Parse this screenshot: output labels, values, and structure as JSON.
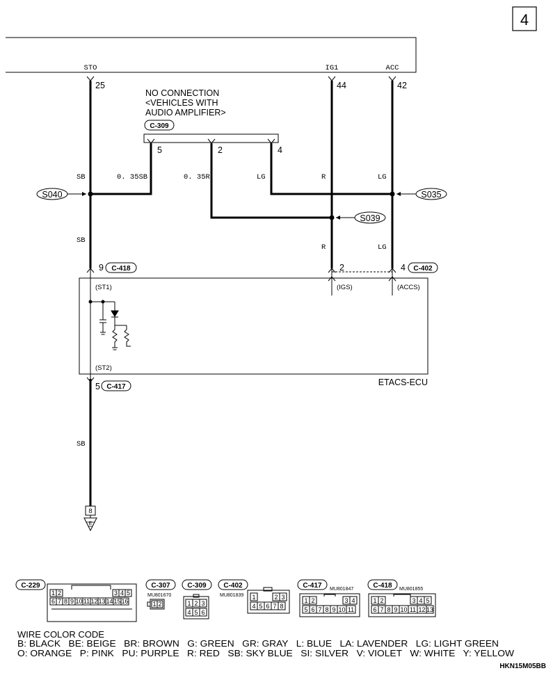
{
  "page_number": "4",
  "terminals": {
    "sto": {
      "name": "STO",
      "pin": "25"
    },
    "ig1": {
      "name": "IG1",
      "pin": "44"
    },
    "acc": {
      "name": "ACC",
      "pin": "42"
    }
  },
  "no_connection_note": [
    "NO CONNECTION",
    "<VEHICLES WITH",
    "AUDIO AMPLIFIER>"
  ],
  "connectors": {
    "c309": {
      "id": "C-309",
      "pins": [
        "5",
        "2",
        "4"
      ]
    },
    "c418": {
      "id": "C-418",
      "pin": "9"
    },
    "c402": {
      "id": "C-402",
      "pin": "4",
      "pin_b": "2"
    },
    "c417": {
      "id": "C-417",
      "pin": "5"
    }
  },
  "wires": {
    "sb_top": "SB",
    "w035sb": "0. 35SB",
    "w035r": "0. 35R",
    "lg_c309": "LG",
    "r_top": "R",
    "lg_top": "LG",
    "sb_mid": "SB",
    "r_mid": "R",
    "lg_mid": "LG",
    "sb_bottom": "SB"
  },
  "splices": {
    "s040": "S040",
    "s035": "S035",
    "s039": "S039"
  },
  "ecu": {
    "name": "ETACS-ECU",
    "st1": "(ST1)",
    "st2": "(ST2)",
    "igs": "(IGS)",
    "accs": "(ACCS)"
  },
  "ground": {
    "pin": "8",
    "label": "E"
  },
  "connector_views": [
    {
      "id": "C-229",
      "part": "",
      "rows": [
        [
          "1",
          "2",
          "3",
          "4",
          "5"
        ],
        [
          "6",
          "7",
          "8",
          "9",
          "10",
          "11",
          "12",
          "13",
          "14",
          "15",
          "16"
        ]
      ]
    },
    {
      "id": "C-307",
      "part": "MU801670",
      "rows": [
        [
          "1",
          "2"
        ]
      ]
    },
    {
      "id": "C-309",
      "part": "",
      "rows": [
        [
          "1",
          "2",
          "3"
        ],
        [
          "4",
          "5",
          "6"
        ]
      ]
    },
    {
      "id": "C-402",
      "part": "MU801839",
      "rows": [
        [
          "1",
          "2",
          "3"
        ],
        [
          "4",
          "5",
          "6",
          "7",
          "8"
        ]
      ]
    },
    {
      "id": "C-417",
      "part": "MU801847",
      "rows": [
        [
          "1",
          "2",
          "3",
          "4"
        ],
        [
          "5",
          "6",
          "7",
          "8",
          "9",
          "10",
          "11"
        ]
      ]
    },
    {
      "id": "C-418",
      "part": "MU801855",
      "rows": [
        [
          "1",
          "2",
          "3",
          "4",
          "5"
        ],
        [
          "6",
          "7",
          "8",
          "9",
          "10",
          "11",
          "12",
          "13"
        ]
      ]
    }
  ],
  "wire_color_code": {
    "title": "WIRE COLOR CODE",
    "line1": "B: BLACK   BE: BEIGE   BR: BROWN   G: GREEN   GR: GRAY   L: BLUE   LA: LAVENDER   LG: LIGHT GREEN",
    "line2": "O: ORANGE   P: PINK   PU: PURPLE   R: RED   SB: SKY BLUE   SI: SILVER   V: VIOLET   W: WHITE   Y: YELLOW"
  },
  "figure_code": "HKN15M05BB"
}
